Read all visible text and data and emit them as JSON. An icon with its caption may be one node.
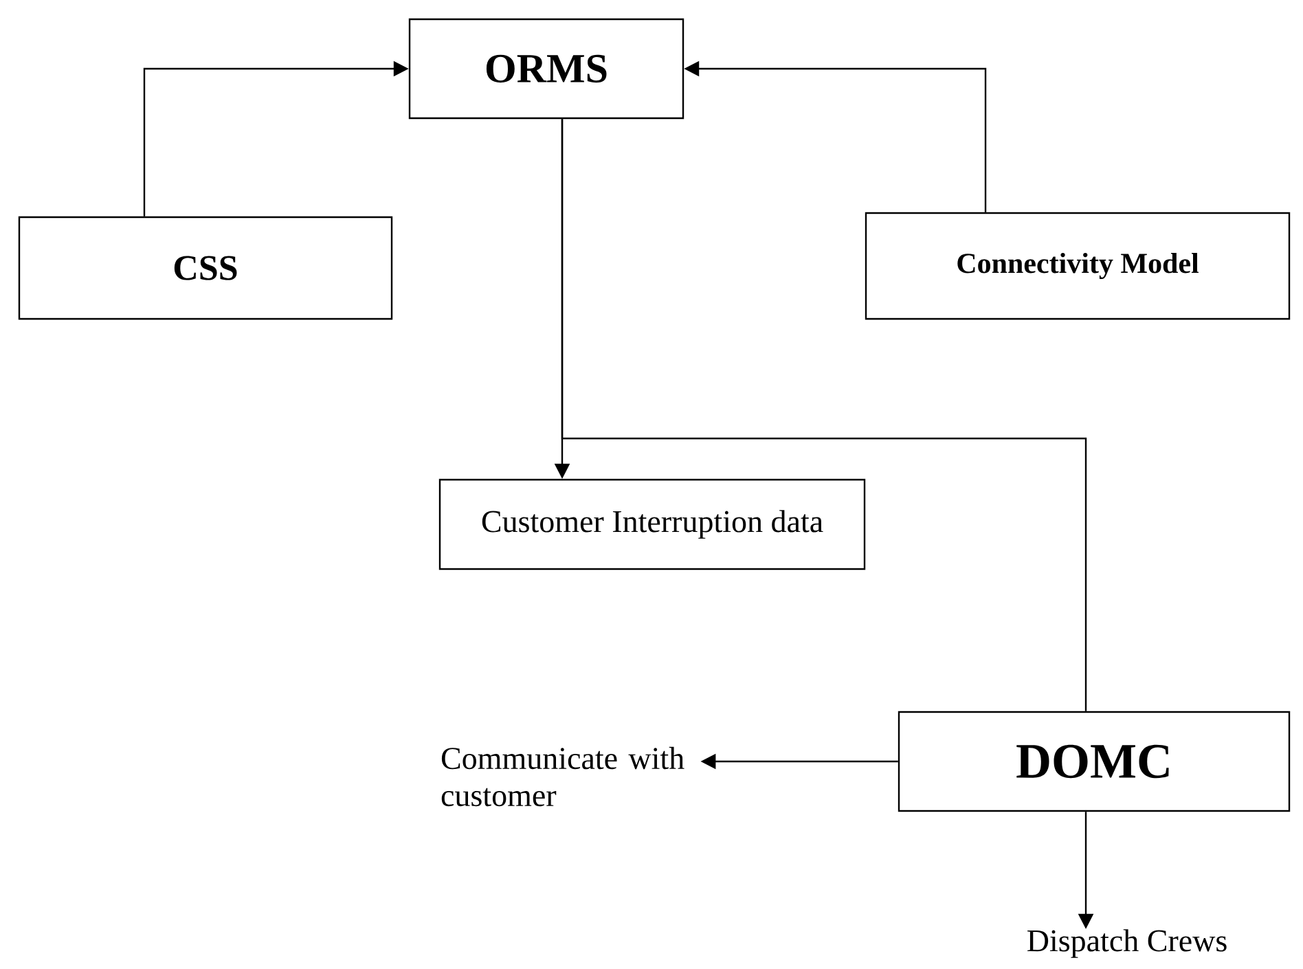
{
  "diagram": {
    "nodes": [
      {
        "text": [
          "ORMS"
        ]
      },
      {
        "text": [
          "CSS"
        ]
      },
      {
        "text": [
          "Connectivity Model"
        ]
      },
      {
        "text": [
          "Customer Interruption data"
        ]
      },
      {
        "text": [
          "DOMC"
        ]
      },
      {
        "text": [
          "Communicate with customer"
        ]
      },
      {
        "text": [
          "Dispatch Crews"
        ]
      }
    ],
    "edges": [
      {
        "from": 1,
        "to": 0,
        "arrow": "to"
      },
      {
        "from": 2,
        "to": 0,
        "arrow": "to"
      },
      {
        "from": 0,
        "to": 3,
        "arrow": "to"
      },
      {
        "from": 0,
        "to": 4,
        "arrow": "none"
      },
      {
        "from": 4,
        "to": 5,
        "arrow": "to"
      },
      {
        "from": 4,
        "to": 6,
        "arrow": "to"
      }
    ]
  }
}
